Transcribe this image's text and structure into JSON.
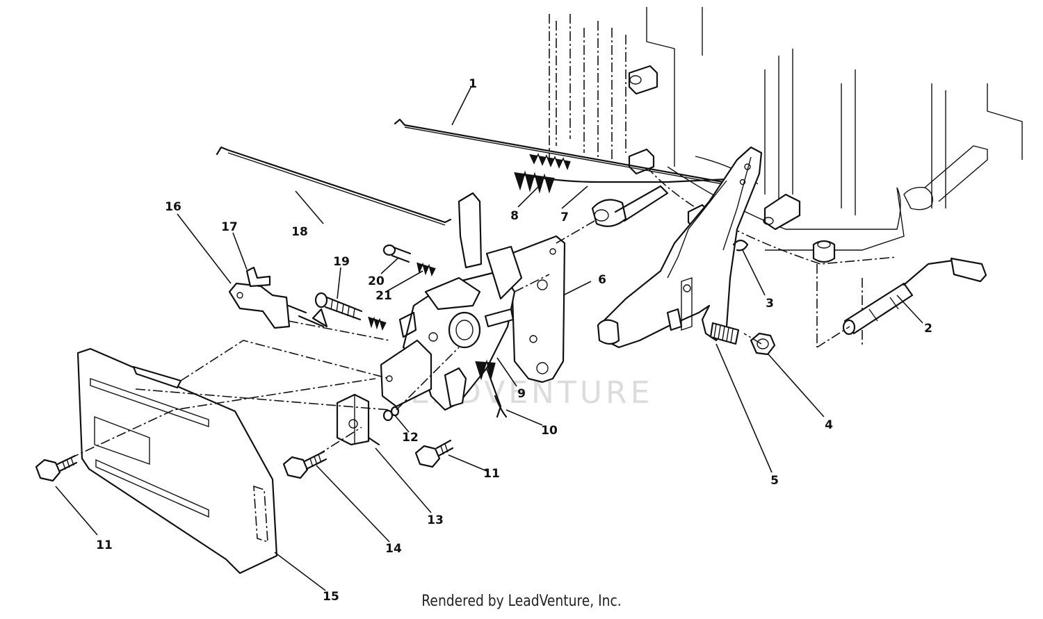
{
  "diagram": {
    "watermark": "LEADVENTURE",
    "credit": "Rendered by LeadVenture, Inc.",
    "callouts": [
      {
        "id": "c1",
        "label": "1"
      },
      {
        "id": "c2",
        "label": "2"
      },
      {
        "id": "c3",
        "label": "3"
      },
      {
        "id": "c4",
        "label": "4"
      },
      {
        "id": "c5",
        "label": "5"
      },
      {
        "id": "c6",
        "label": "6"
      },
      {
        "id": "c7",
        "label": "7"
      },
      {
        "id": "c8",
        "label": "8"
      },
      {
        "id": "c9",
        "label": "9"
      },
      {
        "id": "c10",
        "label": "10"
      },
      {
        "id": "c11a",
        "label": "11"
      },
      {
        "id": "c11b",
        "label": "11"
      },
      {
        "id": "c12",
        "label": "12"
      },
      {
        "id": "c13",
        "label": "13"
      },
      {
        "id": "c14",
        "label": "14"
      },
      {
        "id": "c15",
        "label": "15"
      },
      {
        "id": "c16",
        "label": "16"
      },
      {
        "id": "c17",
        "label": "17"
      },
      {
        "id": "c18",
        "label": "18"
      },
      {
        "id": "c19",
        "label": "19"
      },
      {
        "id": "c20",
        "label": "20"
      },
      {
        "id": "c21",
        "label": "21"
      }
    ]
  }
}
